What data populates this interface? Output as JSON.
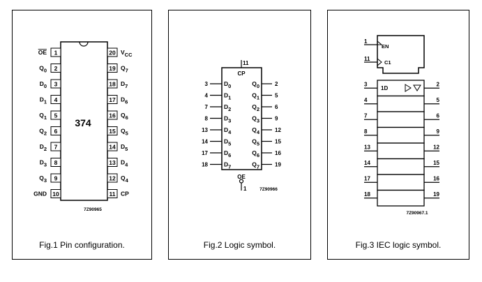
{
  "fig1": {
    "caption": "Fig.1  Pin configuration.",
    "chip_label": "374",
    "code": "7Z90965",
    "left_pins": [
      {
        "num": "1",
        "name": "OE",
        "bar": true
      },
      {
        "num": "2",
        "name": "Q0"
      },
      {
        "num": "3",
        "name": "D0"
      },
      {
        "num": "4",
        "name": "D1"
      },
      {
        "num": "5",
        "name": "Q1"
      },
      {
        "num": "6",
        "name": "Q2"
      },
      {
        "num": "7",
        "name": "D2"
      },
      {
        "num": "8",
        "name": "D3"
      },
      {
        "num": "9",
        "name": "Q3"
      },
      {
        "num": "10",
        "name": "GND"
      }
    ],
    "right_pins": [
      {
        "num": "20",
        "name": "VCC"
      },
      {
        "num": "19",
        "name": "Q7"
      },
      {
        "num": "18",
        "name": "D7"
      },
      {
        "num": "17",
        "name": "D6"
      },
      {
        "num": "16",
        "name": "Q6"
      },
      {
        "num": "15",
        "name": "Q5"
      },
      {
        "num": "14",
        "name": "D5"
      },
      {
        "num": "13",
        "name": "D4"
      },
      {
        "num": "12",
        "name": "Q4"
      },
      {
        "num": "11",
        "name": "CP"
      }
    ]
  },
  "fig2": {
    "caption": "Fig.2  Logic symbol.",
    "code": "7Z90966",
    "cp_label": "CP",
    "cp_pin": "11",
    "oe_label": "OE",
    "oe_pin": "1",
    "inputs": [
      {
        "num": "3",
        "name": "D0"
      },
      {
        "num": "4",
        "name": "D1"
      },
      {
        "num": "7",
        "name": "D2"
      },
      {
        "num": "8",
        "name": "D3"
      },
      {
        "num": "13",
        "name": "D4"
      },
      {
        "num": "14",
        "name": "D5"
      },
      {
        "num": "17",
        "name": "D6"
      },
      {
        "num": "18",
        "name": "D7"
      }
    ],
    "outputs": [
      {
        "num": "2",
        "name": "Q0"
      },
      {
        "num": "5",
        "name": "Q1"
      },
      {
        "num": "6",
        "name": "Q2"
      },
      {
        "num": "9",
        "name": "Q3"
      },
      {
        "num": "12",
        "name": "Q4"
      },
      {
        "num": "15",
        "name": "Q5"
      },
      {
        "num": "16",
        "name": "Q6"
      },
      {
        "num": "19",
        "name": "Q7"
      }
    ]
  },
  "fig3": {
    "caption": "Fig.3  IEC logic symbol.",
    "code": "7Z90967.1",
    "en_label": "EN",
    "en_pin": "1",
    "clk_label": "C1",
    "clk_pin": "11",
    "first_cell_label": "1D",
    "inputs": [
      "3",
      "4",
      "7",
      "8",
      "13",
      "14",
      "17",
      "18"
    ],
    "outputs": [
      "2",
      "5",
      "6",
      "9",
      "12",
      "15",
      "16",
      "19"
    ]
  }
}
